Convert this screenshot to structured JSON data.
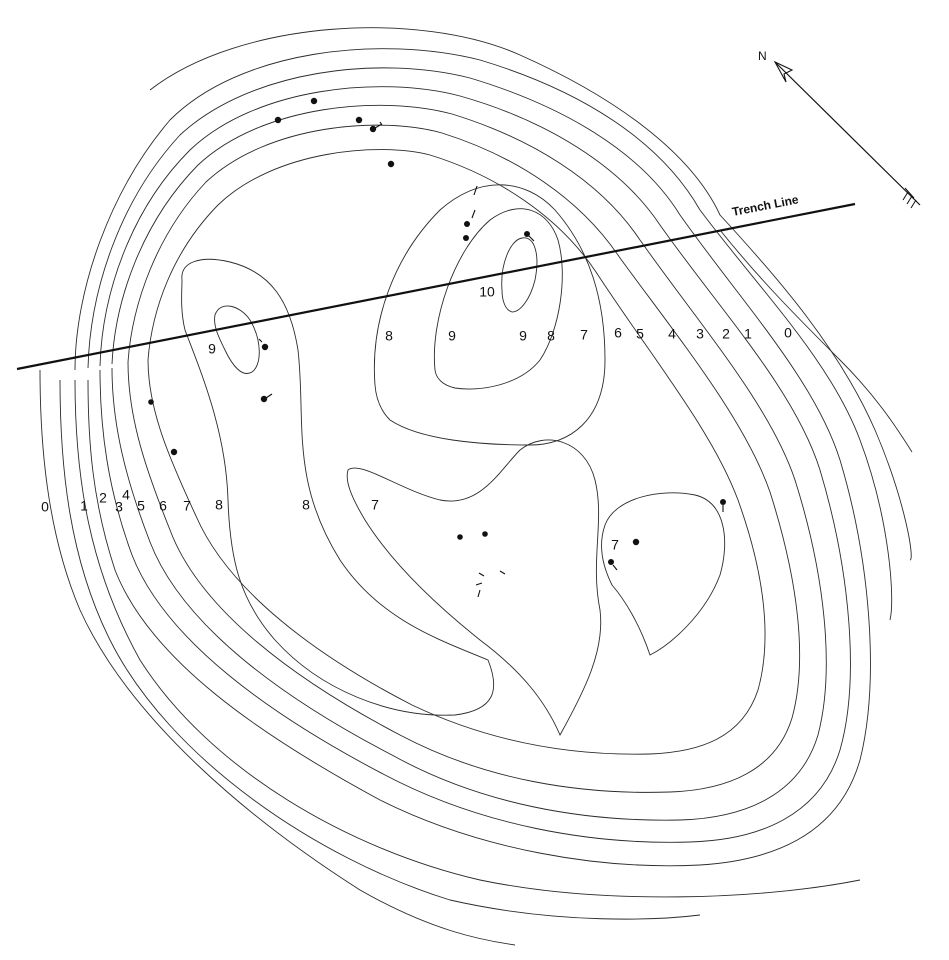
{
  "map": {
    "trench_label": "Trench Line",
    "north_label": "N",
    "contour_labels": {
      "west_0": "0",
      "west_1": "1",
      "west_2": "2",
      "west_3": "3",
      "west_4": "4",
      "west_5": "5",
      "west_6": "6",
      "west_7": "7",
      "west_8": "8",
      "center_8": "8",
      "center_7": "7",
      "left_peak_9": "9",
      "mid_8": "8",
      "east_peak_9_w": "9",
      "summit_10": "10",
      "east_9": "9",
      "east_8": "8",
      "east_7": "7",
      "east_6": "6",
      "east_5": "5",
      "east_4": "4",
      "east_3": "3",
      "east_2": "2",
      "east_1": "1",
      "east_0": "0",
      "south_7": "7"
    },
    "colors": {
      "ink": "#111111",
      "paper": "#ffffff"
    },
    "icons": [
      "north-arrow-icon"
    ]
  }
}
